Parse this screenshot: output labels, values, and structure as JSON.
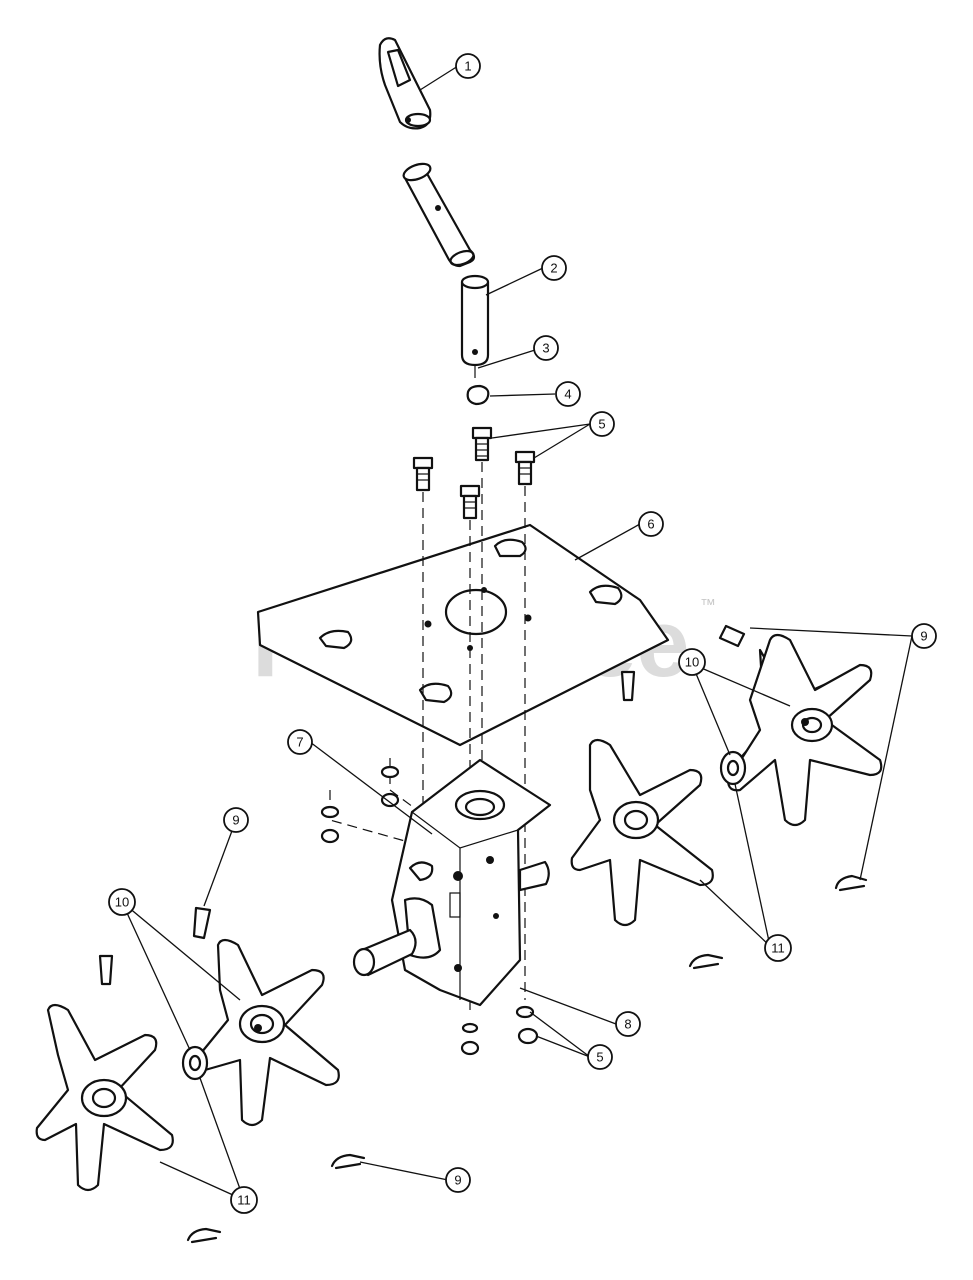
{
  "watermark": {
    "text": "PartsTree",
    "trademark": "™"
  },
  "callouts": [
    {
      "id": "c1",
      "label": "1"
    },
    {
      "id": "c2",
      "label": "2"
    },
    {
      "id": "c3",
      "label": "3"
    },
    {
      "id": "c4",
      "label": "4"
    },
    {
      "id": "c5a",
      "label": "5"
    },
    {
      "id": "c6",
      "label": "6"
    },
    {
      "id": "c7",
      "label": "7"
    },
    {
      "id": "c9a",
      "label": "9"
    },
    {
      "id": "c10a",
      "label": "10"
    },
    {
      "id": "c9b",
      "label": "9"
    },
    {
      "id": "c10b",
      "label": "10"
    },
    {
      "id": "c11a",
      "label": "11"
    },
    {
      "id": "c8",
      "label": "8"
    },
    {
      "id": "c5b",
      "label": "5"
    },
    {
      "id": "c11b",
      "label": "11"
    },
    {
      "id": "c9c",
      "label": "9"
    }
  ]
}
